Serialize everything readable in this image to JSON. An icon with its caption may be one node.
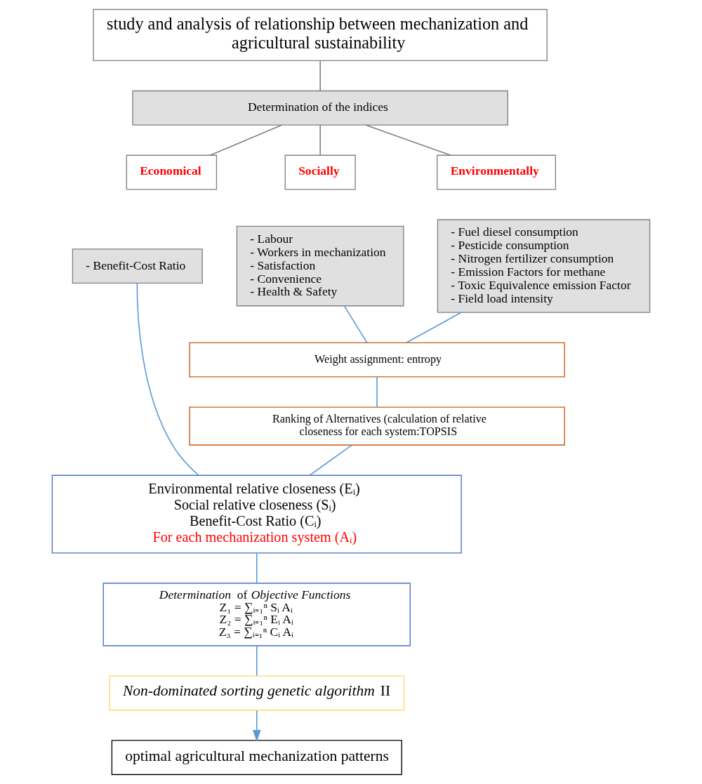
{
  "diagram": {
    "nodes": [
      {
        "text": [
          "study and analysis of relationship between mechanization and agricultural sustainability"
        ]
      },
      {
        "text": [
          "Determination of the indices"
        ]
      },
      {
        "text": [
          "Economical"
        ]
      },
      {
        "text": [
          "- Benefit-Cost Ratio"
        ]
      },
      {
        "text": [
          "Socially"
        ]
      },
      {
        "text": [
          "- Labour",
          "- Workers in mechanization",
          "- Satisfaction",
          "- Convenience",
          "- Health & Safety"
        ]
      },
      {
        "text": [
          "Environmentally"
        ]
      },
      {
        "text": [
          "- Fuel diesel consumption",
          "- Pesticide consumption",
          "- Nitrogen fertilizer consumption",
          "- Emission Factors for methane",
          "- Toxic Equivalence emission Factor",
          "- Field load intensity"
        ]
      },
      {
        "text": [
          "Weight assignment: entropy"
        ]
      },
      {
        "text": [
          "Ranking of Alternatives (calculation of relative closeness for each system:TOPSIS"
        ]
      },
      {
        "text": [
          "Environmental relative closeness (Eᵢ)",
          "Social relative closeness (Sᵢ)",
          "Benefit-Cost Ratio (Cᵢ)",
          "For each mechanization system (Aᵢ)"
        ]
      },
      {
        "text": [
          "*Determination* of *Objective Functions*",
          "Z₁ = ∑ᵢ₌₁ⁿ Sᵢ Aᵢ",
          "Z₂ = ∑ᵢ₌₁ⁿ Eᵢ Aᵢ",
          "Z₃ = ∑ᵢ₌₁ⁿ Cᵢ Aᵢ"
        ]
      },
      {
        "text": [
          "*Non-dominated sorting genetic algorithm* II"
        ]
      },
      {
        "text": [
          "optimal agricultural mechanization patterns"
        ]
      }
    ],
    "edges": [
      {
        "from": 0,
        "to": 1,
        "arrow": "none",
        "color": "#808080"
      },
      {
        "from": 1,
        "to": 2,
        "arrow": "none",
        "color": "#808080"
      },
      {
        "from": 1,
        "to": 4,
        "arrow": "none",
        "color": "#808080"
      },
      {
        "from": 1,
        "to": 6,
        "arrow": "none",
        "color": "#808080"
      },
      {
        "from": 3,
        "to": 10,
        "arrow": "none"
      },
      {
        "from": 5,
        "to": 8,
        "arrow": "none"
      },
      {
        "from": 7,
        "to": 8,
        "arrow": "none"
      },
      {
        "from": 8,
        "to": 9,
        "arrow": "none"
      },
      {
        "from": 9,
        "to": 10,
        "arrow": "none"
      },
      {
        "from": 10,
        "to": 11,
        "arrow": "none"
      },
      {
        "from": 11,
        "to": 12,
        "arrow": "none"
      },
      {
        "from": 12,
        "to": 13,
        "arrow": "to"
      }
    ]
  }
}
